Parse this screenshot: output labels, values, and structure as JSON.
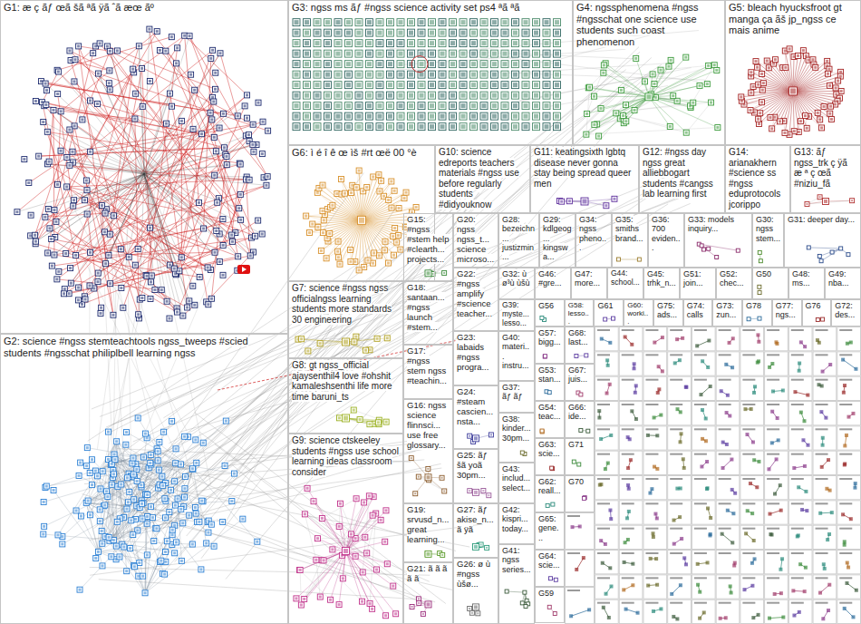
{
  "diagram": {
    "nodes": [
      {
        "text": [
          "G1: æ ç ãƒ œã šã ªã ÿã ˆã æœ ãº"
        ]
      },
      {
        "text": [
          "G2: science #ngss stemteachtools ngss_tweeps #scied students #ngsschat philiplbell learning ngss"
        ]
      },
      {
        "text": [
          "G3: ngss ms ãƒ #ngss science activity set ps4 ªã ªã"
        ]
      },
      {
        "text": [
          "G4: ngssphenomena #ngss #ngsschat one science use students such coast phenomenon"
        ]
      },
      {
        "text": [
          "G5: bleach hyucksfroot gt manga ça ãš jp_ngss ce mais anime"
        ]
      },
      {
        "text": [
          "G6: ì é î ê œ ìš #rt œë 00 °è"
        ]
      },
      {
        "text": [
          "G10: science edreports teachers materials #ngss use before regularly students #didyouknow"
        ]
      },
      {
        "text": [
          "G11: keatingsixth lgbtq disease never gonna stay being spread queer men"
        ]
      },
      {
        "text": [
          "G12: #ngss day ngss great alliebbogart students #cangss lab learning first"
        ]
      },
      {
        "text": [
          "G14: arianakhern #science ss #ngss eduprotocols jcorippo"
        ]
      },
      {
        "text": [
          "G13: ãƒ ngss_trk ç ÿã æ ª ç œã #niziu_fã"
        ]
      },
      {
        "text": [
          "G7: science #ngss ngss officialngss learning students more standards 30 engineering"
        ]
      },
      {
        "text": [
          "G8: gt ngss_official ajaysenthil4 love #ohshit kamaleshsenthi life more time baruni_ts"
        ]
      },
      {
        "text": [
          "G9: science ctskeeley students #ngss use school learning ideas classroom consider"
        ]
      },
      {
        "text": [
          "G15: #ngss #stem help #clearth... projects..."
        ]
      },
      {
        "text": [
          "G18: santaan... #ngss launch #stem..."
        ]
      },
      {
        "text": [
          "G17: #ngss stem ngss #teachin..."
        ]
      },
      {
        "text": [
          "G16: ngss science flinnsci... use free glossary..."
        ]
      },
      {
        "text": [
          "G19: srvusd_n... great learning..."
        ]
      },
      {
        "text": [
          "G21: ã ã ã ã ã"
        ]
      },
      {
        "text": [
          "G20: ngss ngss_t... science microso..."
        ]
      },
      {
        "text": [
          "G22: #ngss amplify #science teacher..."
        ]
      },
      {
        "text": [
          "G23: labaids #ngss progra..."
        ]
      },
      {
        "text": [
          "G24: #steam cascien... nsta..."
        ]
      },
      {
        "text": [
          "G25: ãƒ šã yoã 30pm..."
        ]
      },
      {
        "text": [
          "G27: ãƒ akise_n... ã ÿã"
        ]
      },
      {
        "text": [
          "G26: ø ù #ngss ùšø..."
        ]
      },
      {
        "text": [
          "G28: bezeichn... justizmin..."
        ]
      },
      {
        "text": [
          "G29: kdlgeog... kingswa..."
        ]
      },
      {
        "text": [
          "G34: ngss pheno..."
        ]
      },
      {
        "text": [
          "G35: smiths brand..."
        ]
      },
      {
        "text": [
          "G36: 700 eviden..."
        ]
      },
      {
        "text": [
          "G33: models inquiry..."
        ]
      },
      {
        "text": [
          "G30: ngss stem..."
        ]
      },
      {
        "text": [
          "G31: deeper day..."
        ]
      },
      {
        "text": [
          "G32: ù ø³ù ùšù"
        ]
      },
      {
        "text": [
          "G46: #gre..."
        ]
      },
      {
        "text": [
          "G47: more..."
        ]
      },
      {
        "text": [
          "G44: school..."
        ]
      },
      {
        "text": [
          "G45: trhk_n..."
        ]
      },
      {
        "text": [
          "G51: join..."
        ]
      },
      {
        "text": [
          "G52: chec..."
        ]
      },
      {
        "text": [
          "G50"
        ]
      },
      {
        "text": [
          "G48: ms..."
        ]
      },
      {
        "text": [
          "G49: nba..."
        ]
      },
      {
        "text": [
          "G39: myste... lesso..."
        ]
      },
      {
        "text": [
          "G40: materi... instru..."
        ]
      },
      {
        "text": [
          "G37: ãƒ ãƒ"
        ]
      },
      {
        "text": [
          "G38: kinder... 30pm..."
        ]
      },
      {
        "text": [
          "G43: includ... select..."
        ]
      },
      {
        "text": [
          "G42: kispri... today..."
        ]
      },
      {
        "text": [
          "G41: ngss series..."
        ]
      },
      {
        "text": [
          "G56"
        ]
      },
      {
        "text": [
          "G58: lesso..."
        ]
      },
      {
        "text": [
          "G61"
        ]
      },
      {
        "text": [
          "G60: worki..."
        ]
      },
      {
        "text": [
          "G75: ads..."
        ]
      },
      {
        "text": [
          "G74: calls"
        ]
      },
      {
        "text": [
          "G73: zun..."
        ]
      },
      {
        "text": [
          "G78"
        ]
      },
      {
        "text": [
          "G77: ngs..."
        ]
      },
      {
        "text": [
          "G76"
        ]
      },
      {
        "text": [
          "G72: des..."
        ]
      },
      {
        "text": [
          "G57: bigg..."
        ]
      },
      {
        "text": [
          "G53: stan..."
        ]
      },
      {
        "text": [
          "G54: teac..."
        ]
      },
      {
        "text": [
          "G63: scie..."
        ]
      },
      {
        "text": [
          "G62: reall..."
        ]
      },
      {
        "text": [
          "G65: gene..."
        ]
      },
      {
        "text": [
          "G64: scie..."
        ]
      },
      {
        "text": [
          "G59"
        ]
      },
      {
        "text": [
          "G68: last..."
        ]
      },
      {
        "text": [
          "G67: juis..."
        ]
      },
      {
        "text": [
          "G66: ide..."
        ]
      },
      {
        "text": [
          "G71"
        ]
      },
      {
        "text": [
          "G70"
        ]
      }
    ]
  }
}
